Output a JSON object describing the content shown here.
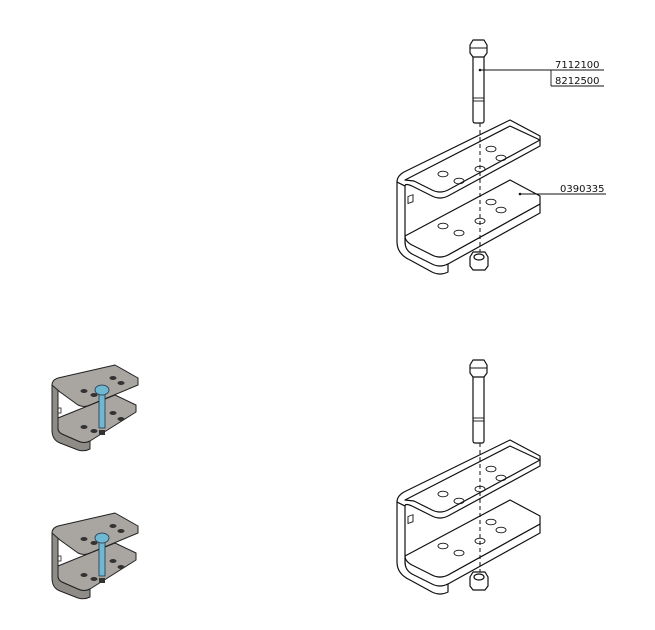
{
  "diagram": {
    "title": "Bracket assembly exploded views",
    "parts": [
      {
        "part_number": "7112100",
        "component": "hex bolt"
      },
      {
        "part_number": "8212500",
        "component": "hex nut"
      },
      {
        "part_number": "0390335",
        "component": "U-bracket"
      }
    ],
    "views": [
      {
        "name": "exploded-labeled",
        "labels": [
          "7112100",
          "8212500",
          "0390335"
        ]
      },
      {
        "name": "exploded-unlabeled"
      },
      {
        "name": "assembled-thumbnail-1"
      },
      {
        "name": "assembled-thumbnail-2"
      }
    ],
    "colors": {
      "line": "#111111",
      "plate_grey": "#a9a6a2",
      "bolt_blue": "#6fb8d2"
    }
  }
}
